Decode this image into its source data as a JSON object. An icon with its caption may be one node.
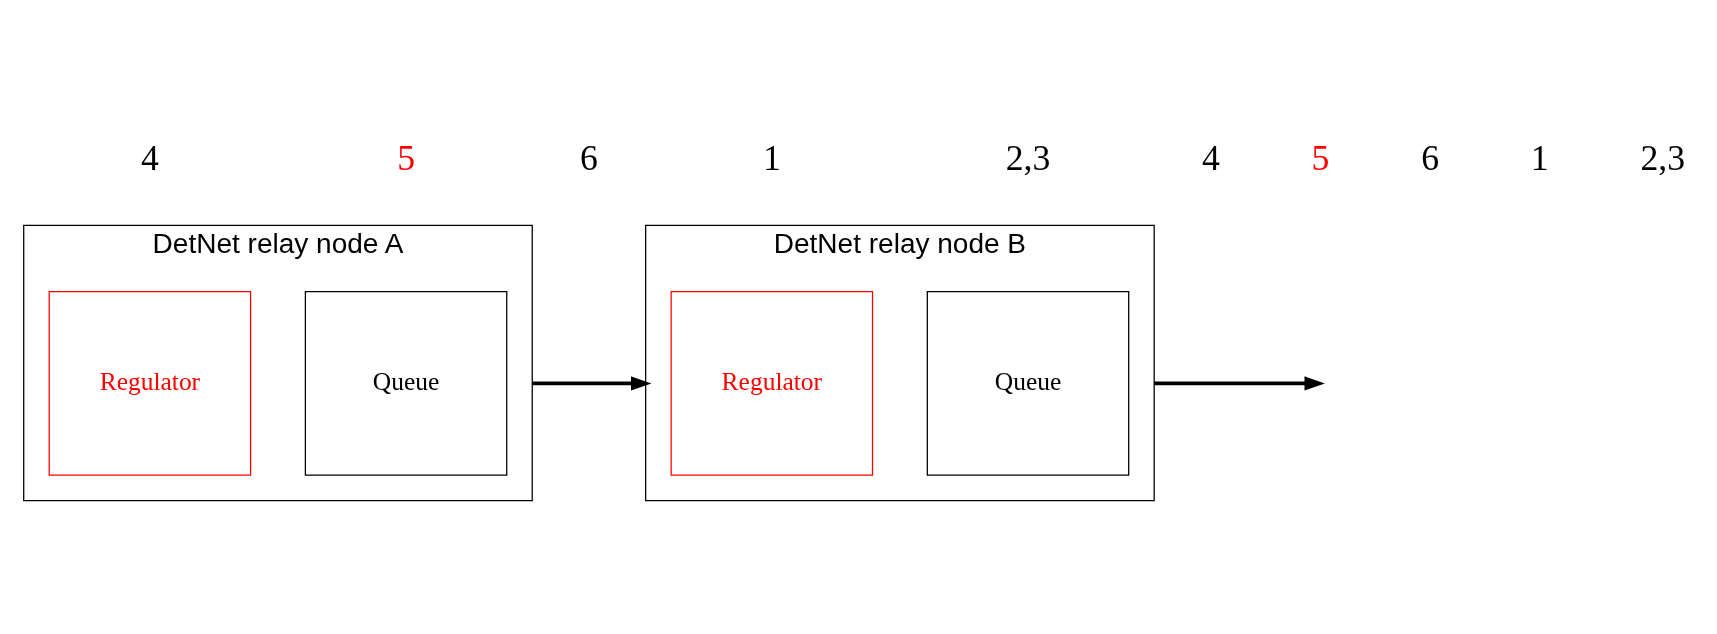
{
  "diagram": {
    "nodes": [
      {
        "text": [
          "DetNet relay node A"
        ]
      },
      {
        "text": [
          "Regulator"
        ],
        "in": 0
      },
      {
        "text": [
          "Queue"
        ],
        "in": 0
      },
      {
        "text": [
          "DetNet relay node B"
        ]
      },
      {
        "text": [
          "Regulator"
        ],
        "in": 3
      },
      {
        "text": [
          "Queue"
        ],
        "in": 3
      }
    ],
    "edges": [
      {
        "from": 0,
        "to": 3,
        "arrow": "to"
      },
      {
        "from": 3,
        "to": null,
        "arrow": "to"
      }
    ],
    "labels": [
      "4",
      "5",
      "6",
      "1",
      "2,3",
      "4",
      "5",
      "6",
      "1",
      "2,3"
    ]
  }
}
